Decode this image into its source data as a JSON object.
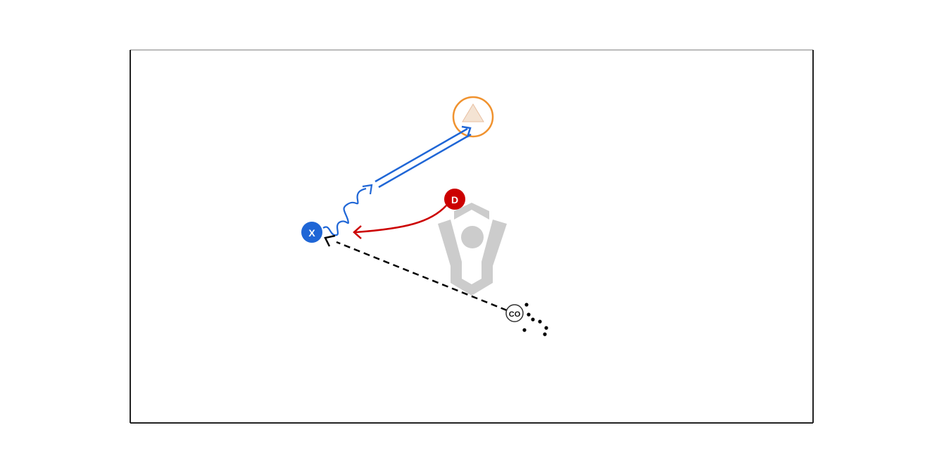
{
  "players": {
    "attacker": {
      "label": "X",
      "color": "#1f66d6"
    },
    "defender": {
      "label": "D",
      "color": "#cc0000"
    },
    "coach": {
      "label": "CO",
      "color": "#333333"
    }
  },
  "target": {
    "icon": "triangle-cone-icon",
    "ring_color": "#f0922e",
    "fill_color": "#f4e3d3"
  },
  "logo": {
    "icon": "lacrosse-head-logo-icon",
    "color": "#cccccc"
  },
  "lines": {
    "dribble_color": "#1f66d6",
    "pass_color": "#1f66d6",
    "defender_run_color": "#cc0000",
    "coach_pass_color": "#000000"
  },
  "field": {
    "border_color": "#222222",
    "top_border_color": "#bbbbbb",
    "background": "#ffffff"
  }
}
